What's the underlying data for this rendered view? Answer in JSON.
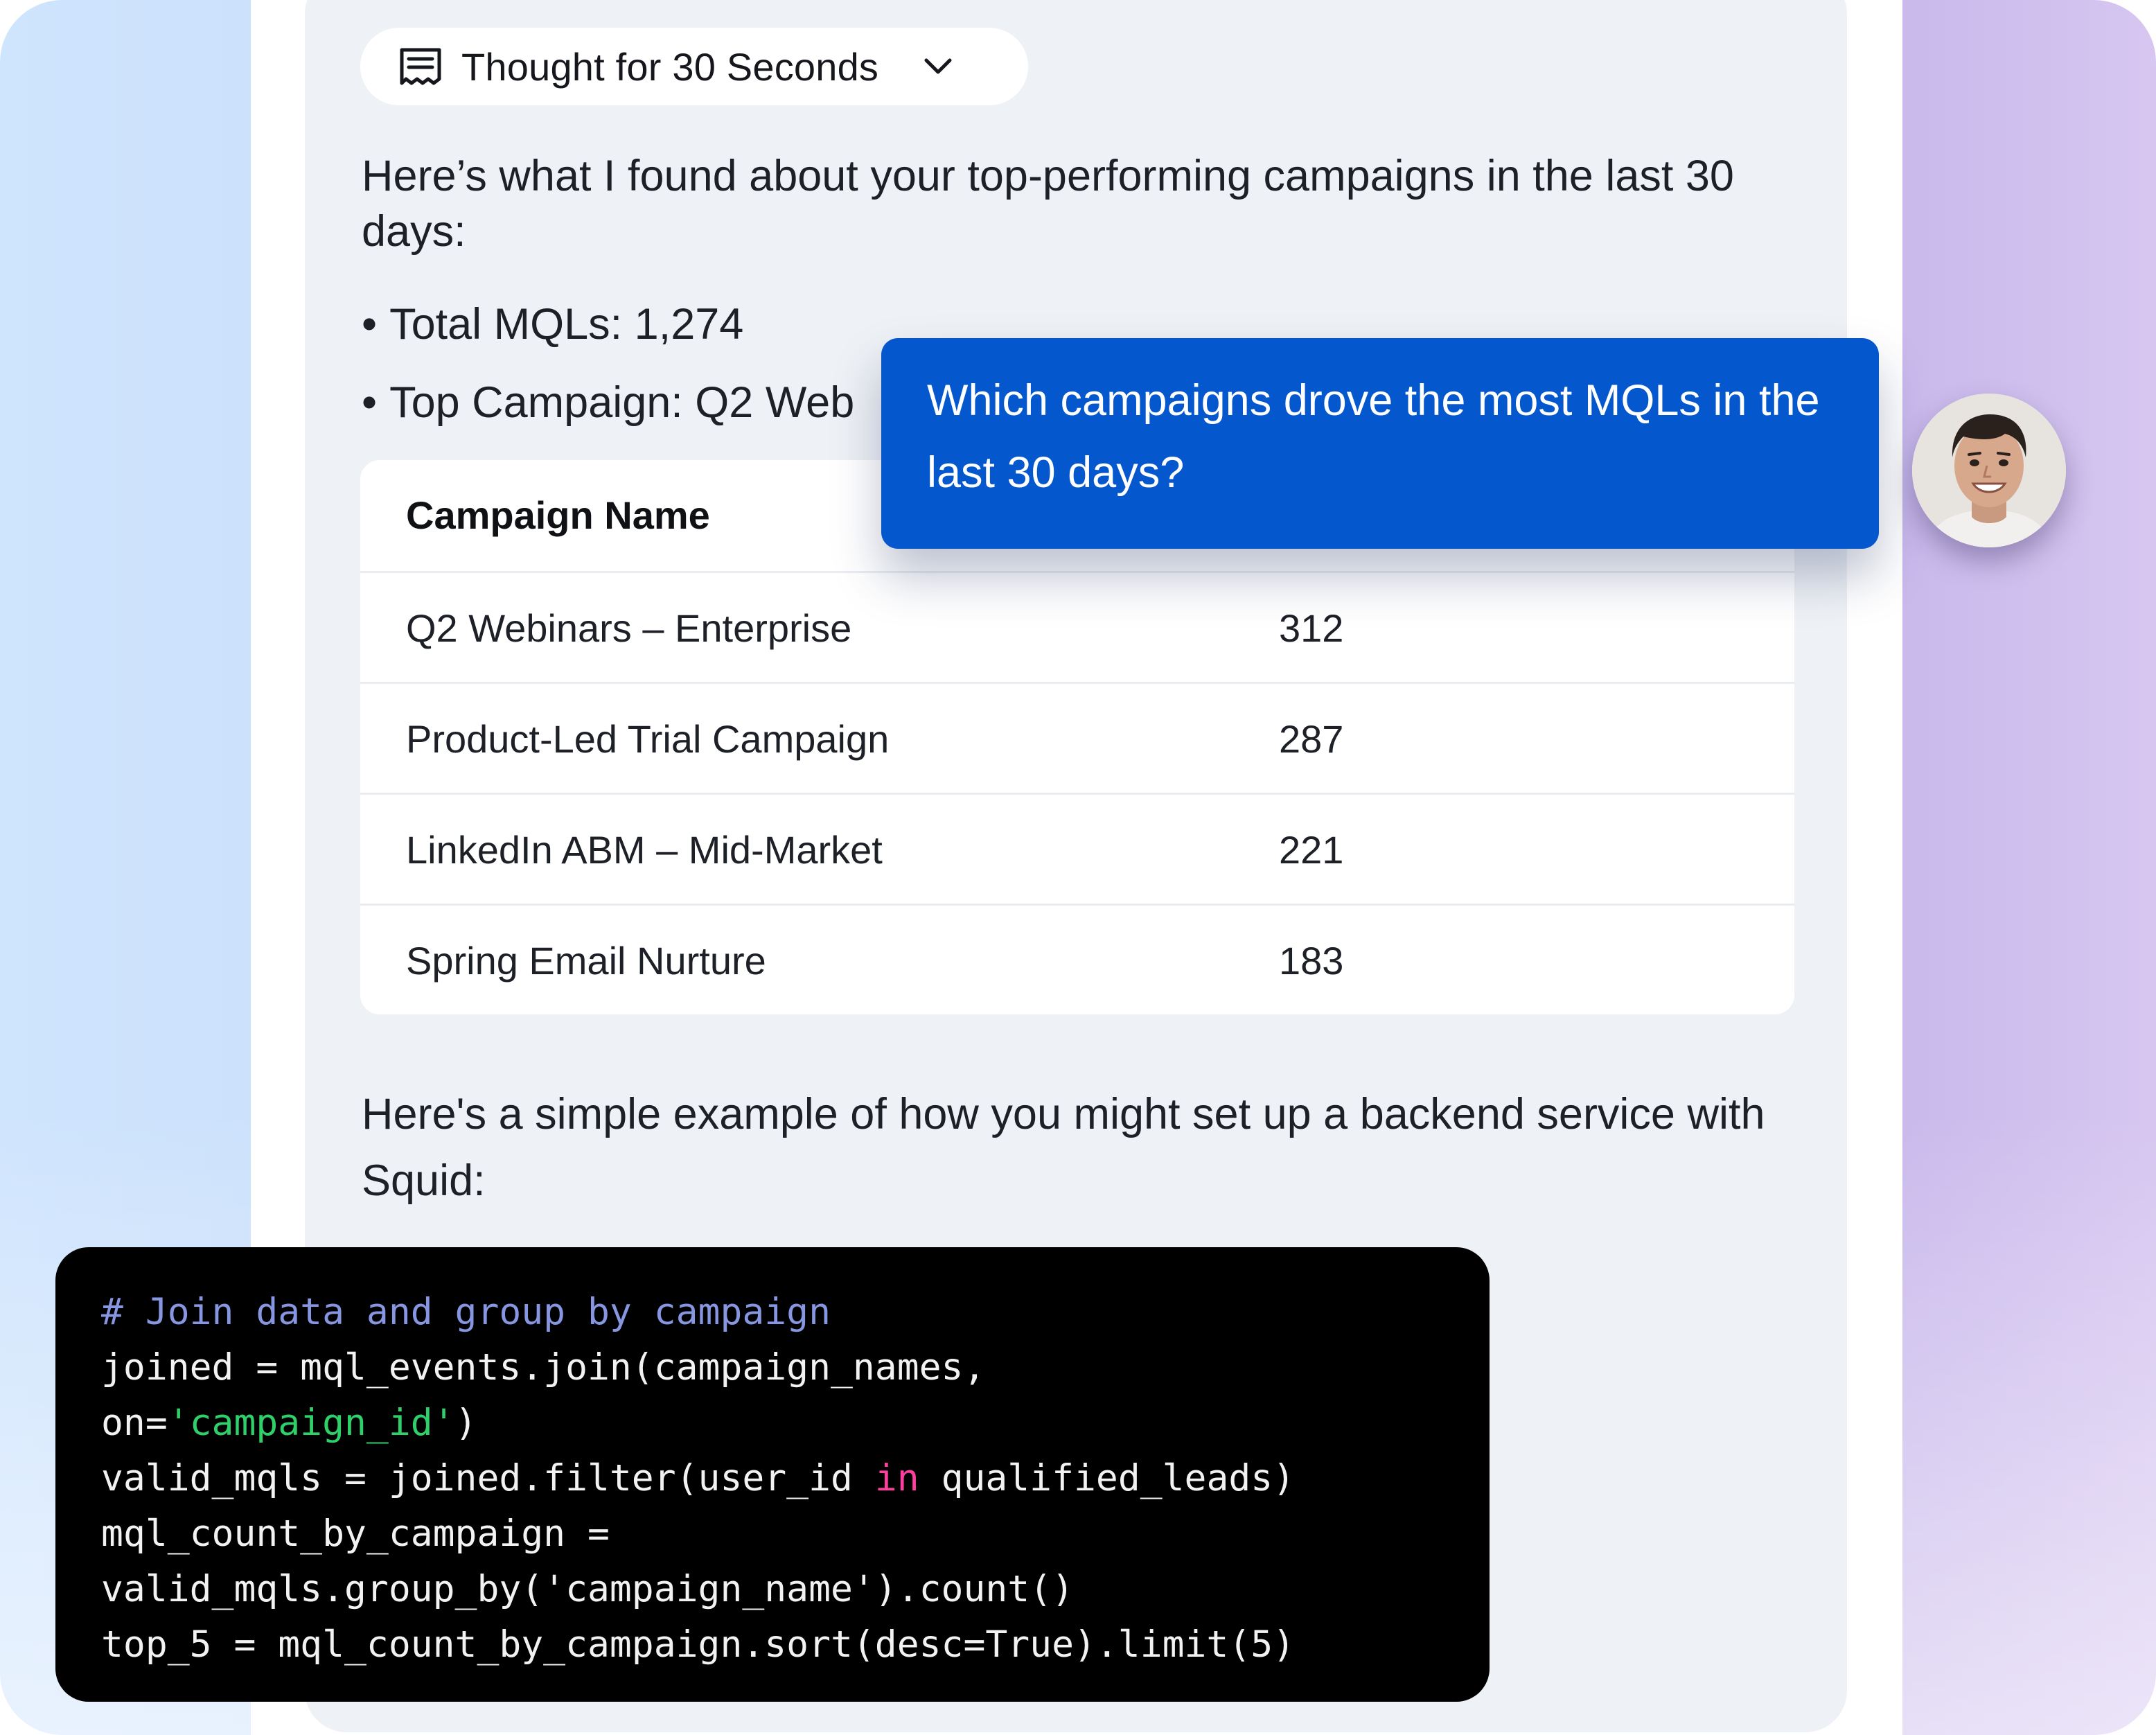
{
  "thought": {
    "label": "Thought for 30 Seconds",
    "icon": "document-icon",
    "toggle_icon": "chevron-down-icon"
  },
  "response": {
    "intro": "Here’s what I found about your top-performing campaigns in the last 30 days:",
    "bullets": [
      "Total MQLs: 1,274",
      "Top Campaign: Q2 Web"
    ],
    "table": {
      "columns": [
        "Campaign Name",
        ""
      ],
      "rows": [
        {
          "name": "Q2 Webinars – Enterprise",
          "mqls": "312"
        },
        {
          "name": "Product-Led Trial Campaign",
          "mqls": "287"
        },
        {
          "name": "LinkedIn ABM – Mid-Market",
          "mqls": "221"
        },
        {
          "name": "Spring Email Nurture",
          "mqls": "183"
        }
      ]
    },
    "example_intro": "Here's a simple example of how you might set up a backend service with Squid:"
  },
  "user_message": {
    "text": "Which campaigns drove the most MQLs in the last 30 days?",
    "avatar": "user-avatar"
  },
  "code": {
    "lines": [
      [
        {
          "t": "# Join data and group by campaign",
          "k": "comment"
        }
      ],
      [
        {
          "t": "joined = mql_events.join(campaign_names,",
          "k": "plain"
        }
      ],
      [
        {
          "t": "on=",
          "k": "plain"
        },
        {
          "t": "'campaign_id'",
          "k": "string"
        },
        {
          "t": ")",
          "k": "plain"
        }
      ],
      [
        {
          "t": "valid_mqls = joined.filter(user_id ",
          "k": "plain"
        },
        {
          "t": "in",
          "k": "keyword"
        },
        {
          "t": " qualified_leads)",
          "k": "plain"
        }
      ],
      [
        {
          "t": "mql_count_by_campaign =",
          "k": "plain"
        }
      ],
      [
        {
          "t": "valid_mqls.group_by('campaign_name').count()",
          "k": "plain"
        }
      ],
      [
        {
          "t": "top_5 = mql_count_by_campaign.sort(desc=True).limit(5)",
          "k": "plain"
        }
      ]
    ]
  },
  "colors": {
    "bubble": "#0457cd",
    "code_bg": "#000000",
    "comment": "#8696e0",
    "string": "#2fd06a",
    "keyword": "#ff3fa0"
  }
}
